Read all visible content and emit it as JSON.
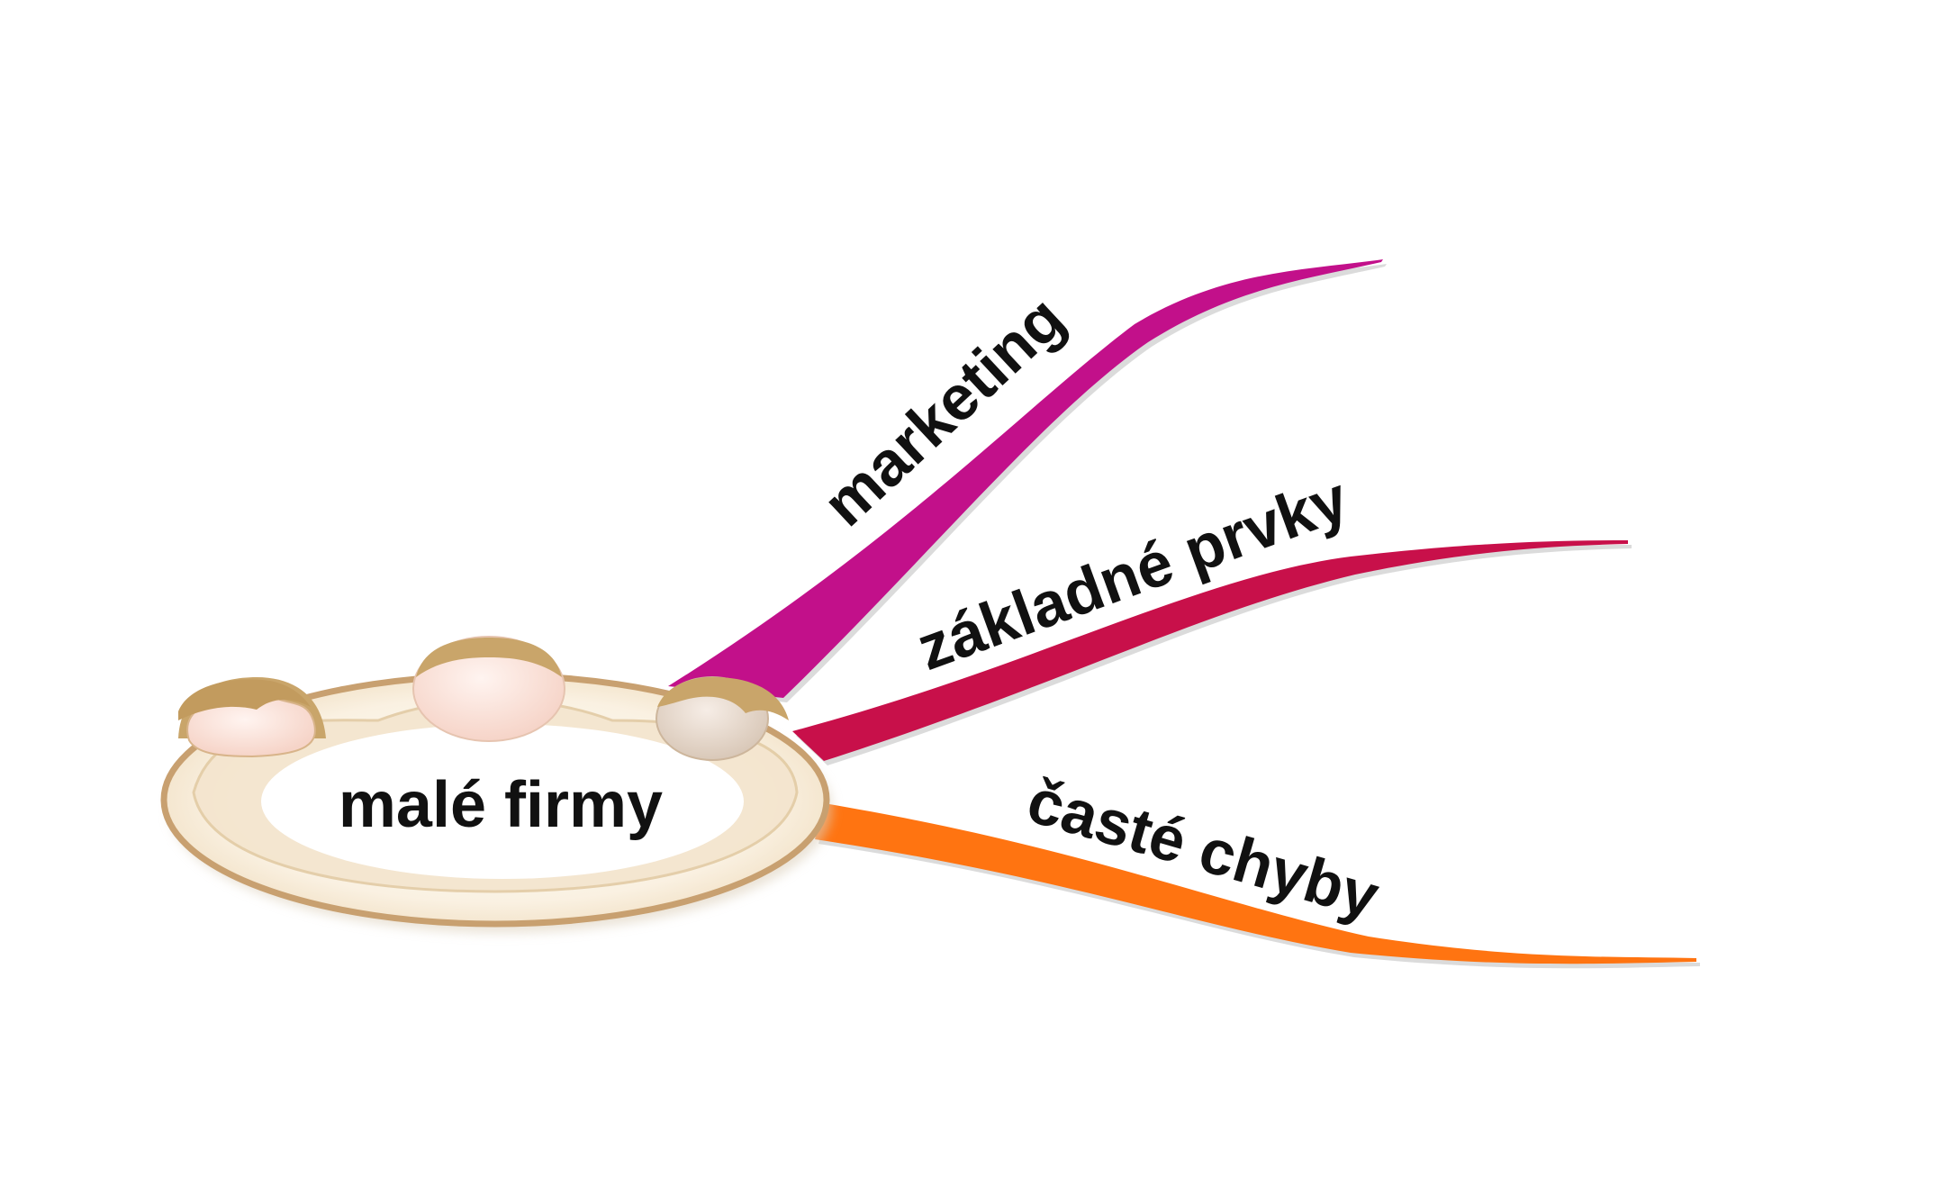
{
  "central": {
    "label": "malé firmy"
  },
  "branches": [
    {
      "label": "marketing",
      "color": "#C2108A"
    },
    {
      "label": "základné prvky",
      "color": "#C8104A"
    },
    {
      "label": "časté chyby",
      "color": "#FF7411"
    }
  ],
  "colors": {
    "hub_fill": "#FAF2E6",
    "hub_outline": "#C8A070",
    "hub_center": "#FFFFFF",
    "hair": "#C9A56A",
    "face": "#FDE5DE"
  }
}
